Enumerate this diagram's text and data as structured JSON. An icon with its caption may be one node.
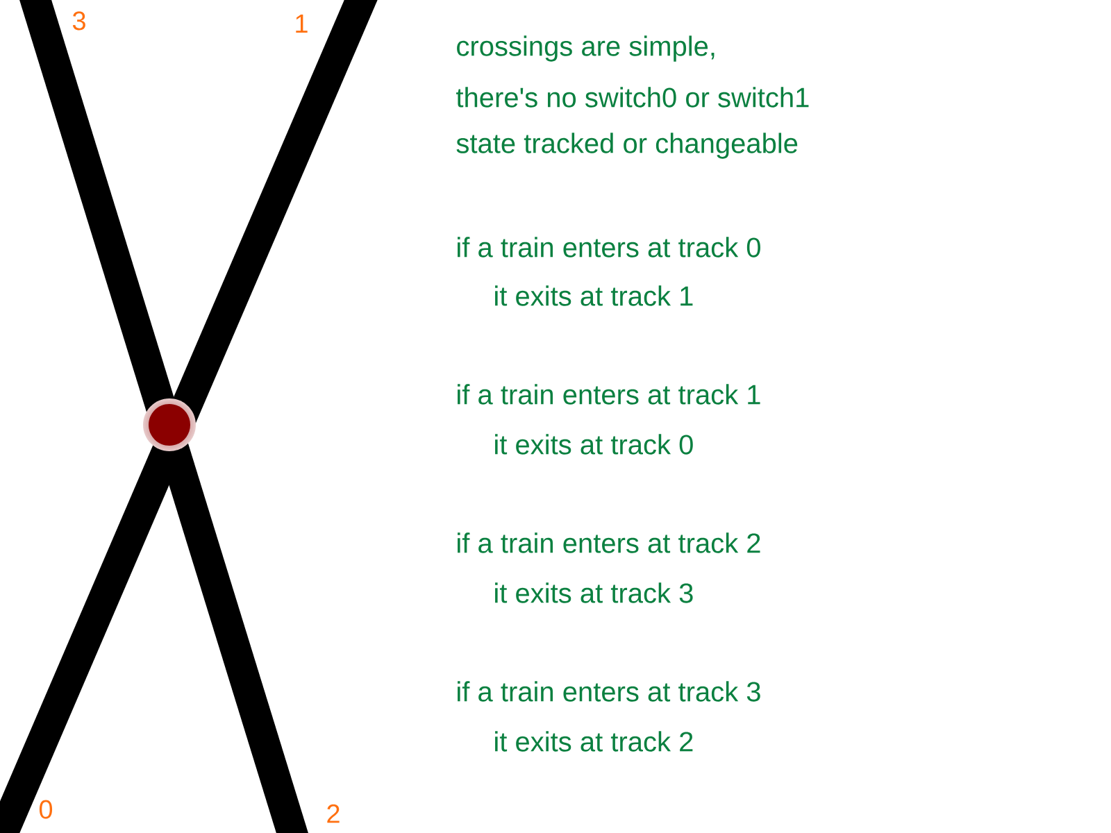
{
  "diagram": {
    "labels": [
      "3",
      "1",
      "0",
      "2",
      "crossings are simple,",
      "there's no switch0 or switch1",
      "state tracked or changeable",
      "if a train enters at track 0",
      "it exits at track 1",
      "if a train enters at track 1",
      "it exits at track 0",
      "if a train enters at track 2",
      "it exits at track 3",
      "if a train enters at track 3",
      "it exits at track 2"
    ]
  }
}
